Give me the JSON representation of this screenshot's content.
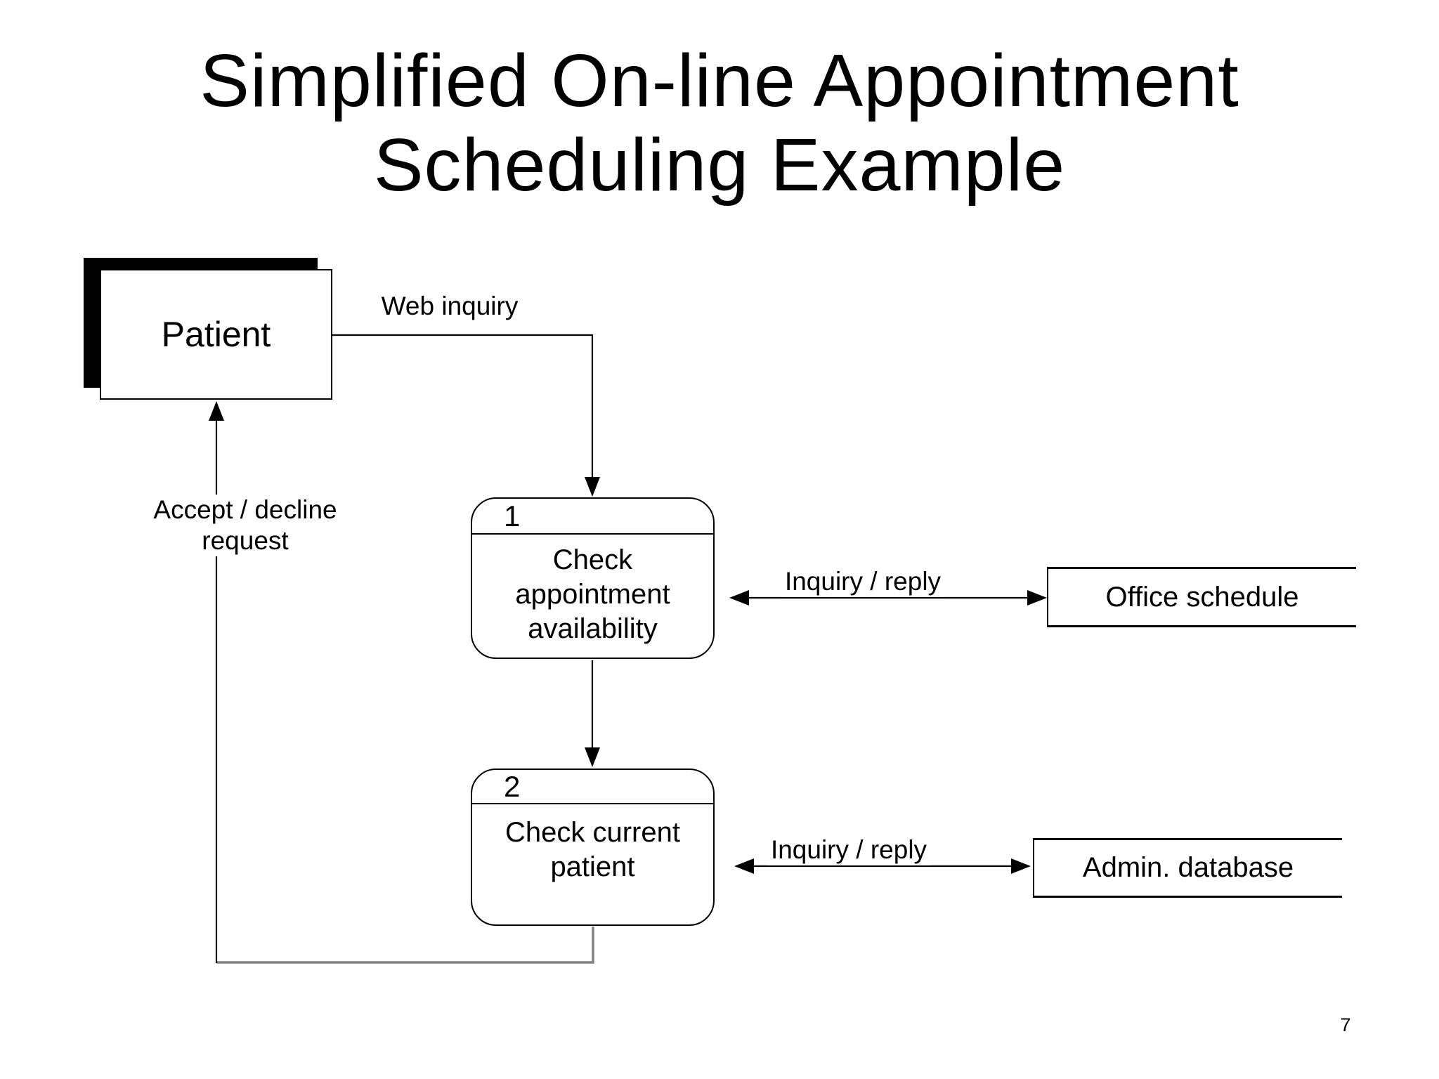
{
  "slide": {
    "title_line1": "Simplified On-line Appointment",
    "title_line2": "Scheduling Example",
    "page_number": "7"
  },
  "diagram": {
    "external_entity": {
      "label": "Patient"
    },
    "processes": [
      {
        "number": "1",
        "label": "Check appointment availability"
      },
      {
        "number": "2",
        "label": "Check current patient"
      }
    ],
    "data_stores": [
      {
        "label": "Office schedule"
      },
      {
        "label": "Admin. database"
      }
    ],
    "flows": {
      "web_inquiry": {
        "label": "Web inquiry",
        "from": "Patient",
        "to": "Check appointment availability"
      },
      "inquiry_reply_1": {
        "label": "Inquiry / reply",
        "between": "Check appointment availability and Office schedule"
      },
      "inquiry_reply_2": {
        "label": "Inquiry / reply",
        "between": "Check current patient and Admin. database"
      },
      "accept_decline": {
        "label": "Accept / decline request",
        "from": "Check current patient",
        "to": "Patient"
      }
    },
    "colors": {
      "line": "#000000",
      "return_line": "#808080"
    }
  }
}
